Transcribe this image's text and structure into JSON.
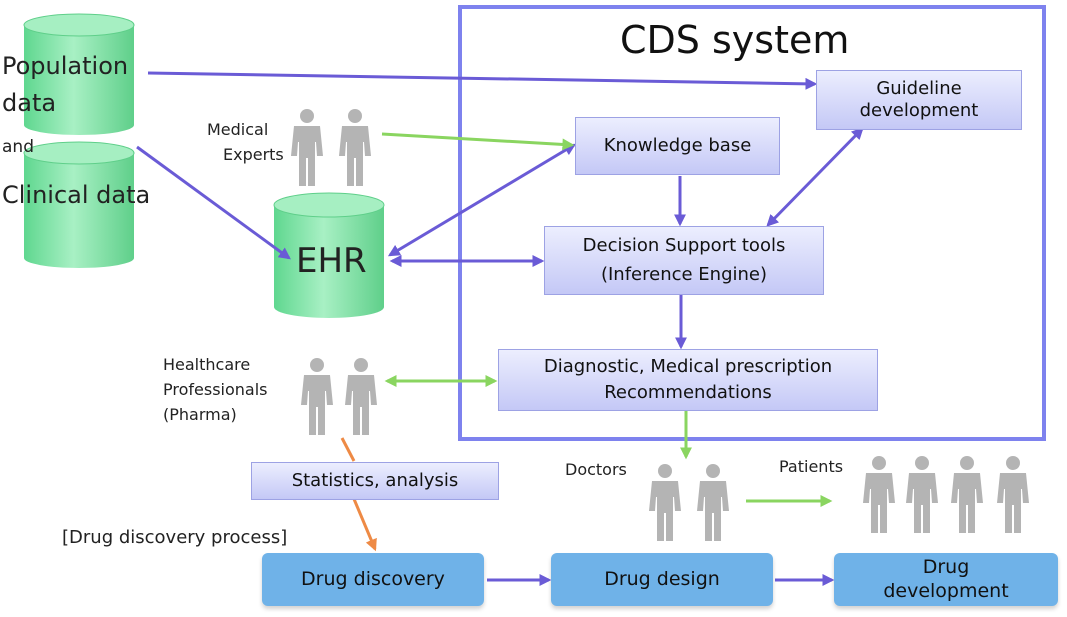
{
  "system_title": "CDS system",
  "sources": {
    "population": [
      "Population",
      "data"
    ],
    "and": "and",
    "clinical": "Clinical data",
    "ehr": "EHR"
  },
  "people": {
    "experts": [
      "Medical",
      "Experts"
    ],
    "professionals": [
      "Healthcare",
      "Professionals",
      "(Pharma)"
    ],
    "doctors": "Doctors",
    "patients": "Patients"
  },
  "boxes": {
    "guideline": [
      "Guideline",
      "development"
    ],
    "knowledge": "Knowledge base",
    "decision": [
      "Decision Support tools",
      "(Inference Engine)"
    ],
    "diagnostic": [
      "Diagnostic, Medical prescription",
      "Recommendations"
    ],
    "statistics": "Statistics, analysis"
  },
  "drug_process": {
    "label": "[Drug discovery process]",
    "discovery": "Drug discovery",
    "design": "Drug design",
    "development": [
      "Drug",
      "development"
    ]
  },
  "colors": {
    "frame": "#7e82ee",
    "arrow_purple": "#6a5bd6",
    "arrow_green": "#8ad560",
    "arrow_orange": "#ee8a45",
    "cylinder": "#7fe0a6",
    "person": "#b4b4b4",
    "box_blue": "#6fb2e8"
  },
  "icons": [
    "database-cylinder",
    "person-silhouette"
  ]
}
